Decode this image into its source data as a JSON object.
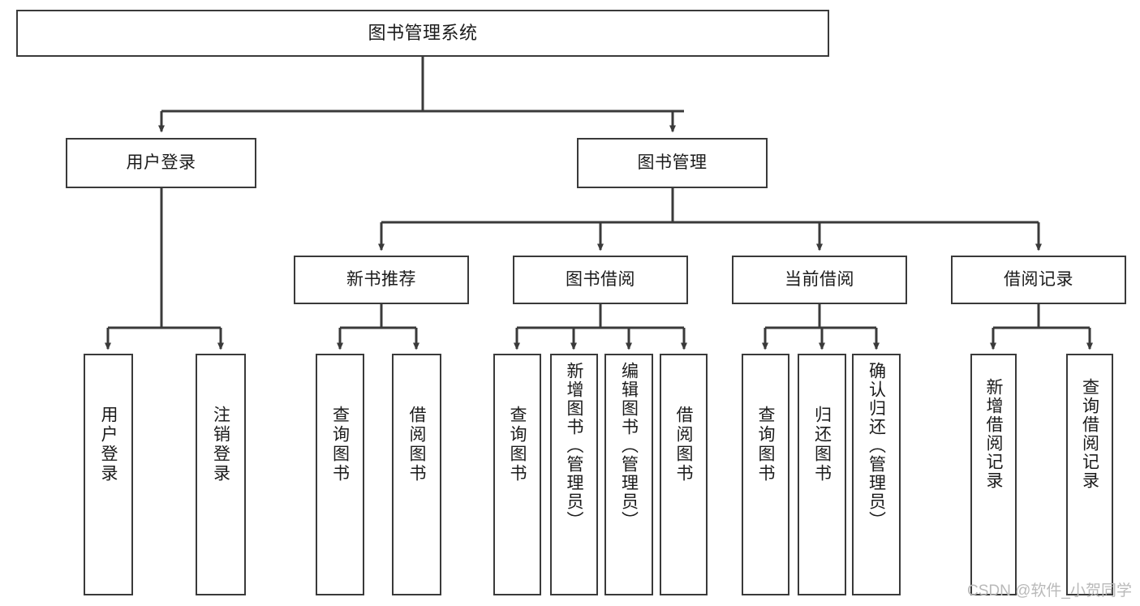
{
  "diagram": {
    "title": "图书管理系统",
    "type": "hierarchy-tree",
    "watermark": "CSDN @软件_小贺同学",
    "colors": {
      "node_border": "#3a3a3a",
      "node_fill": "#ffffff",
      "edge": "#3a3a3a",
      "text": "#1b1b1b",
      "watermark": "#b9b9b9"
    }
  },
  "nodes": {
    "root": {
      "label": "图书管理系统"
    },
    "level2": [
      {
        "label": "用户登录"
      },
      {
        "label": "图书管理"
      }
    ],
    "level3": [
      {
        "label": "新书推荐"
      },
      {
        "label": "图书借阅"
      },
      {
        "label": "当前借阅"
      },
      {
        "label": "借阅记录"
      }
    ],
    "leaves": {
      "user_login": [
        {
          "label": "用户登录"
        },
        {
          "label": "注销登录"
        }
      ],
      "new_book_recommend": [
        {
          "label": "查询图书"
        },
        {
          "label": "借阅图书"
        }
      ],
      "book_borrow": [
        {
          "label": "查询图书"
        },
        {
          "label": "新增图书（管理员）"
        },
        {
          "label": "编辑图书（管理员）"
        },
        {
          "label": "借阅图书"
        }
      ],
      "current_borrow": [
        {
          "label": "查询图书"
        },
        {
          "label": "归还图书"
        },
        {
          "label": "确认归还（管理员）"
        }
      ],
      "borrow_record": [
        {
          "label": "新增借阅记录"
        },
        {
          "label": "查询借阅记录"
        }
      ]
    }
  }
}
